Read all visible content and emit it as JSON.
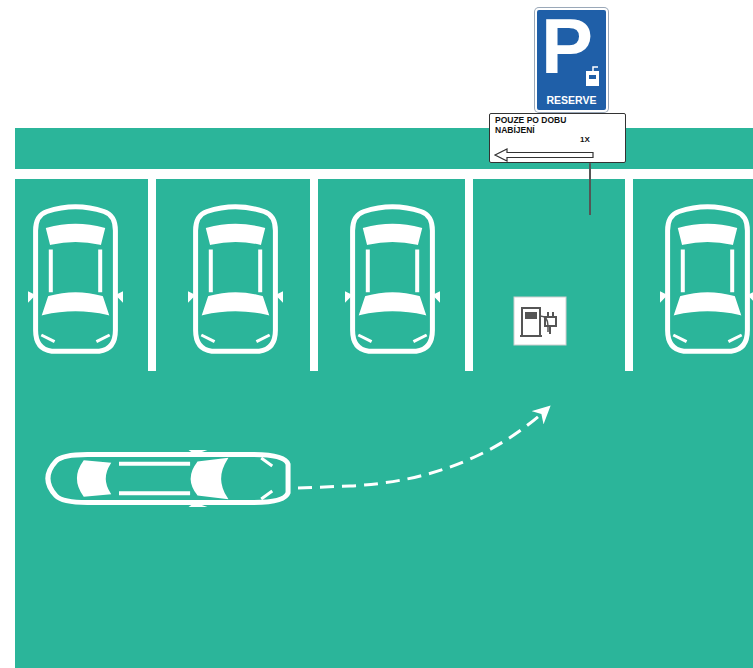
{
  "diagram": {
    "nodes": [
      {
        "text": [
          "P",
          "RESERVE"
        ]
      },
      {
        "text": [
          "POUZE PO DOBU NABÍJENÍ",
          "1X"
        ]
      }
    ]
  }
}
